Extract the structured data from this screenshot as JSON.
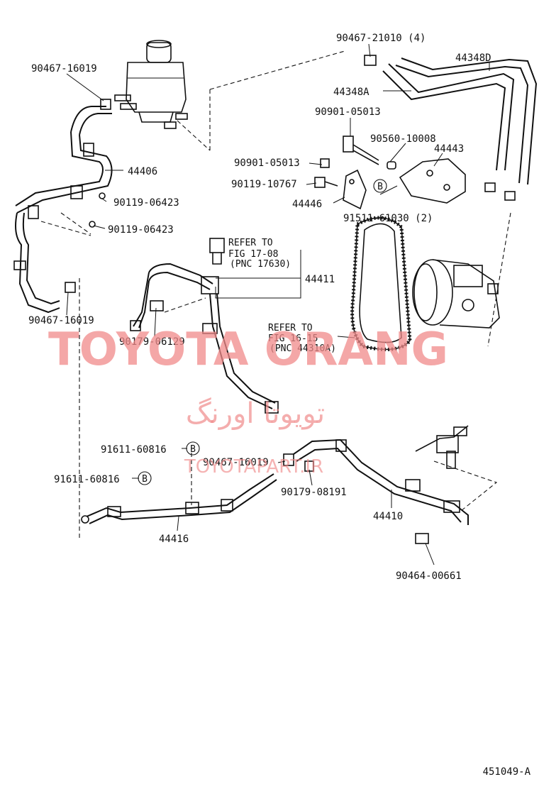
{
  "labels": {
    "l_90467_16019_a": "90467-16019",
    "l_90467_21010": "90467-21010 (4)",
    "l_44348D": "44348D",
    "l_44348A": "44348A",
    "l_90901_05013_a": "90901-05013",
    "l_90560_10008": "90560-10008",
    "l_44443": "44443",
    "l_90901_05013_b": "90901-05013",
    "l_90119_10767": "90119-10767",
    "l_44406": "44406",
    "l_44446": "44446",
    "l_91511_61030": "91511-61030 (2)",
    "l_90119_06423_a": "90119-06423",
    "l_90119_06423_b": "90119-06423",
    "l_44411": "44411",
    "l_90467_16019_b": "90467-16019",
    "l_90179_06129": "90179-06129",
    "l_91611_60816_a": "91611-60816",
    "l_91611_60816_b": "91611-60816",
    "l_90467_16019_c": "90467-16019",
    "l_90179_08191": "90179-08191",
    "l_44410": "44410",
    "l_44416": "44416",
    "l_90464_00661": "90464-00661"
  },
  "refs": {
    "ref1_line1": "REFER TO",
    "ref1_line2": "FIG 17-08",
    "ref1_line3": "(PNC 17630)",
    "ref2_line1": "REFER TO",
    "ref2_line2": "FIG 16-15",
    "ref2_line3": "(PNC 44310A)"
  },
  "markers": {
    "b1": "B",
    "b2": "B",
    "b3": "B"
  },
  "watermark": {
    "brand": "TOYOTA ORANG",
    "persian": "تویوتا اورنگ",
    "site": "TOYOTAPART.IR"
  },
  "figure_number": "451049-A",
  "colors": {
    "ink": "#111111",
    "watermark": "#f08a8a",
    "background": "#ffffff"
  }
}
